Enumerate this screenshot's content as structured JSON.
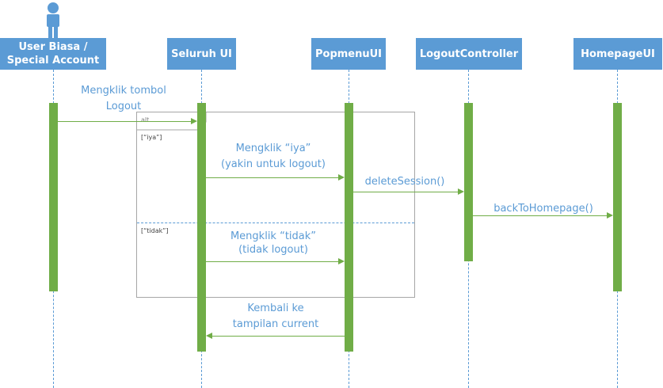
{
  "actors": [
    {
      "id": "user",
      "label": "User Biasa / Special Account"
    },
    {
      "id": "seluruh",
      "label": "Seluruh UI"
    },
    {
      "id": "popmenu",
      "label": "PopmenuUI"
    },
    {
      "id": "logout",
      "label": "LogoutController"
    },
    {
      "id": "homepage",
      "label": "HomepageUI"
    }
  ],
  "frame": {
    "operator": "alt",
    "guard_1": "[“iya”]",
    "guard_2": "[“tidak”]"
  },
  "messages": {
    "m1": "Mengklik tombol Logout",
    "m2_line1": "Mengklik “iya”",
    "m2_line2": "(yakin untuk logout)",
    "m3": "deleteSession()",
    "m4": "backToHomepage()",
    "m5_line1": "Mengklik “tidak”",
    "m5_line2": "(tidak logout)",
    "m6_line1": "Kembali ke",
    "m6_line2": "tampilan current"
  },
  "colors": {
    "header": "#5b9bd5",
    "activation": "#70ad47",
    "text": "#5b9bd5",
    "frame": "#a6a6a6"
  }
}
